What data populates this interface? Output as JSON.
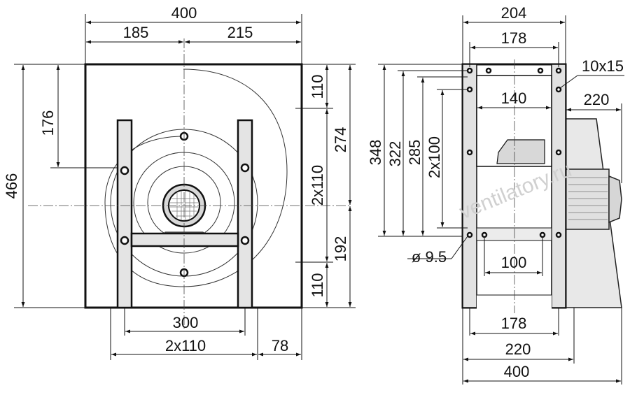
{
  "front_view": {
    "dims": {
      "width_total": "400",
      "width_left": "185",
      "width_right": "215",
      "height_total": "466",
      "height_top_offset": "176",
      "right_top_110": "110",
      "right_274": "274",
      "right_2x110": "2x110",
      "right_192": "192",
      "right_bottom_110": "110",
      "bottom_300": "300",
      "bottom_2x110": "2x110",
      "bottom_78": "78"
    }
  },
  "side_view": {
    "dims": {
      "width_top": "204",
      "width_178_top": "178",
      "slot": "10x15",
      "outlet_140": "140",
      "motor_220": "220",
      "height_348": "348",
      "height_322": "322",
      "height_285": "285",
      "height_2x100": "2x100",
      "hole_dia": "ø 9.5",
      "width_100": "100",
      "bottom_178": "178",
      "bottom_220": "220",
      "bottom_400": "400"
    }
  },
  "watermark": "ventilatory.ru"
}
